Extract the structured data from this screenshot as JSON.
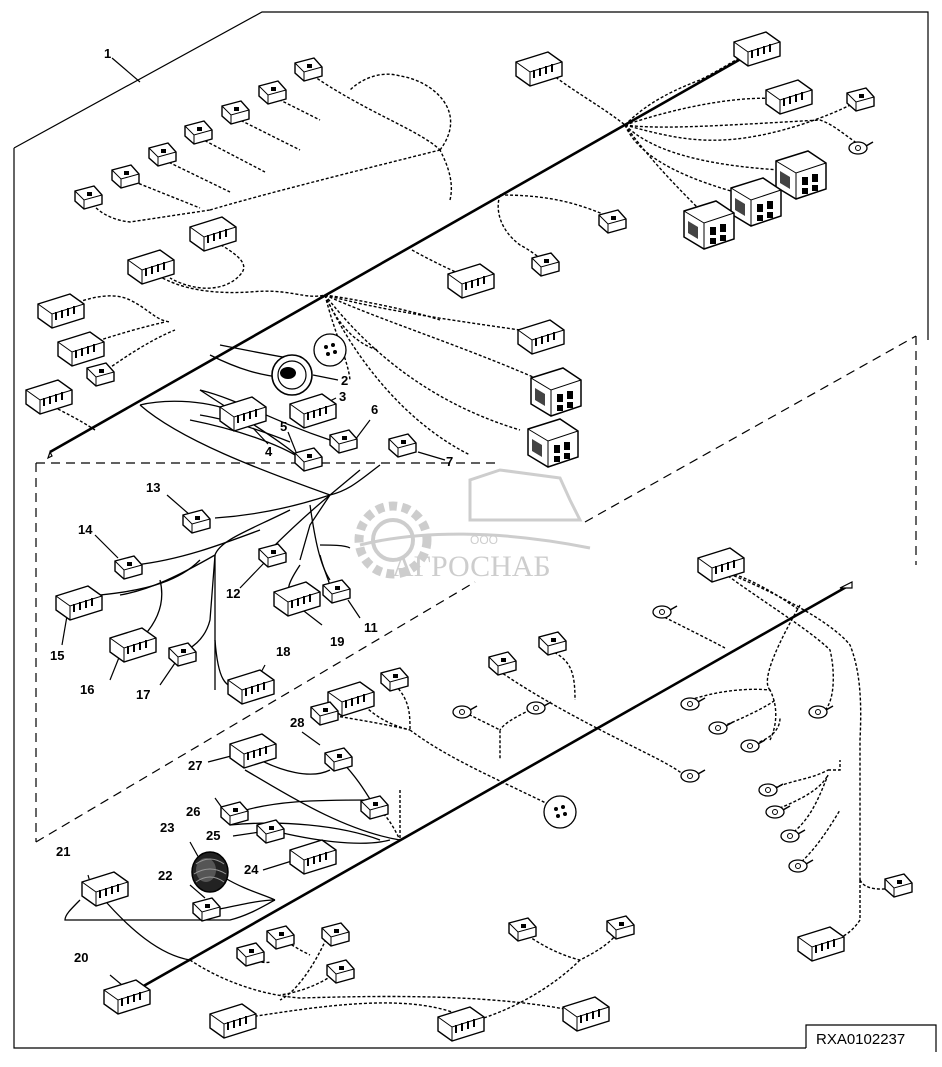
{
  "figure": {
    "reference_id": "RXA0102237",
    "watermark": {
      "prefix": "ООО",
      "name": "АГРОСНАБ"
    },
    "callouts": [
      "1",
      "2",
      "3",
      "4",
      "5",
      "6",
      "7",
      "11",
      "12",
      "13",
      "14",
      "15",
      "16",
      "17",
      "18",
      "19",
      "20",
      "21",
      "22",
      "23",
      "24",
      "25",
      "26",
      "27",
      "28"
    ]
  },
  "colors": {
    "line": "#000000",
    "watermark": "#b9b9b9",
    "background": "#ffffff"
  }
}
